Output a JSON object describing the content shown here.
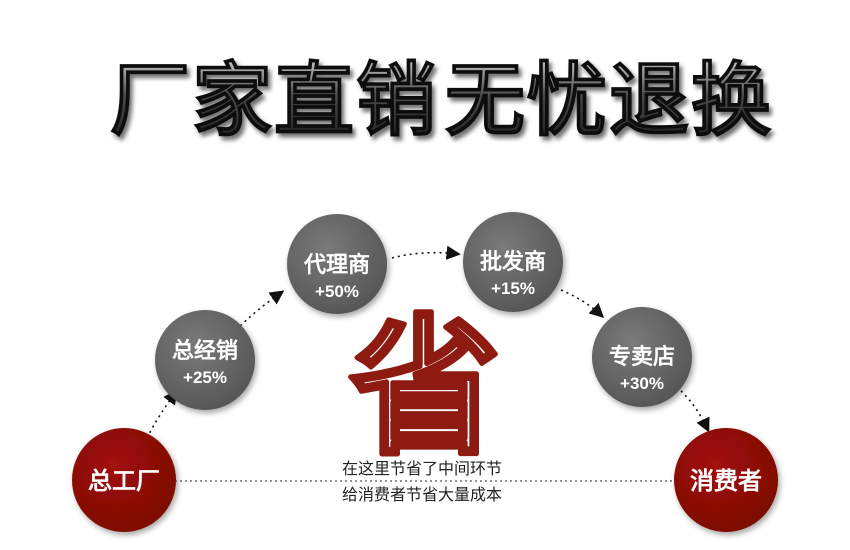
{
  "title": {
    "left": "厂家直销",
    "right": "无忧退换"
  },
  "center_glyph": "省",
  "caption": {
    "line1": "在这里节省了中间环节",
    "line2": "给消费者节省大量成本"
  },
  "colors": {
    "gray_node": "#5f5f5f",
    "red_node": "#8b0b04",
    "glyph": "#8e1b12",
    "title_fill": "#2b2b2b"
  },
  "nodes": [
    {
      "id": "factory",
      "name": "总工厂",
      "pct": "",
      "variant": "red"
    },
    {
      "id": "distributor",
      "name": "总经销",
      "pct": "+25%",
      "variant": "gray"
    },
    {
      "id": "agent",
      "name": "代理商",
      "pct": "+50%",
      "variant": "gray"
    },
    {
      "id": "wholesaler",
      "name": "批发商",
      "pct": "+15%",
      "variant": "gray"
    },
    {
      "id": "retailer",
      "name": "专卖店",
      "pct": "+30%",
      "variant": "gray"
    },
    {
      "id": "consumer",
      "name": "消费者",
      "pct": "",
      "variant": "red"
    }
  ]
}
